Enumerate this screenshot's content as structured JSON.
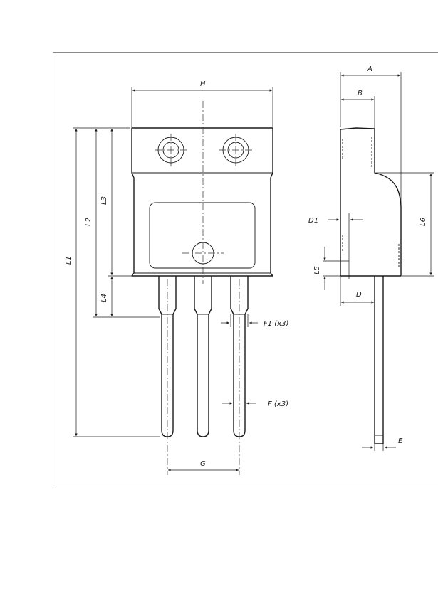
{
  "labels": {
    "A": "A",
    "B": "B",
    "H": "H",
    "D1": "D1",
    "L6": "L6",
    "L5": "L5",
    "D": "D",
    "E": "E",
    "L1": "L1",
    "L2": "L2",
    "L3": "L3",
    "L4": "L4",
    "F1": "F1 (x3)",
    "F": "F (x3)",
    "G": "G"
  }
}
